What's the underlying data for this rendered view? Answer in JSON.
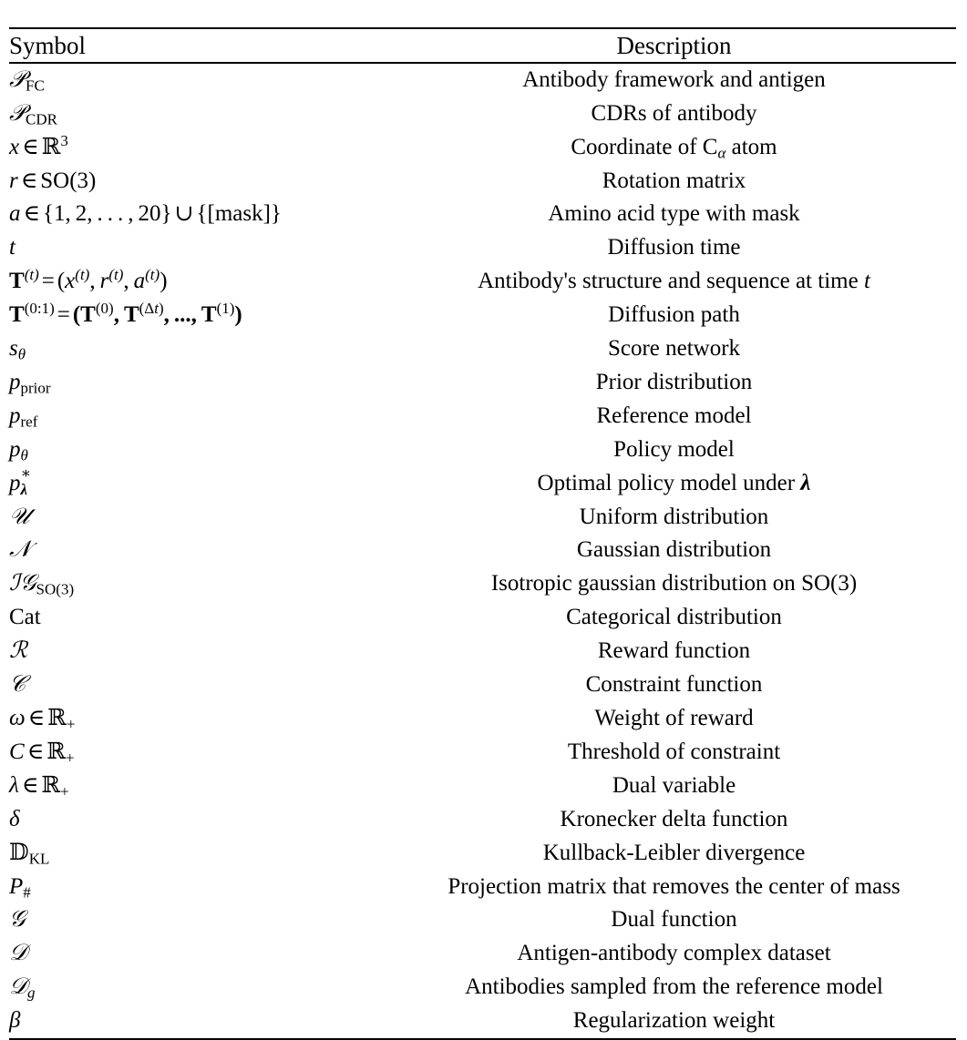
{
  "table": {
    "columns": [
      {
        "key": "symbol",
        "header": "Symbol",
        "align": "left"
      },
      {
        "key": "description",
        "header": "Description",
        "align": "center"
      }
    ],
    "rules": {
      "top": true,
      "middle": true,
      "bottom": true
    },
    "row_count": 26,
    "rows": [
      {
        "symbol": "P_FC",
        "symbol_text": "𝒫_FC",
        "description": "Antibody framework and antigen"
      },
      {
        "symbol": "P_CDR",
        "symbol_text": "𝒫_CDR",
        "description": "CDRs of antibody"
      },
      {
        "symbol": "x ∈ R^3",
        "symbol_text": "x ∈ ℝ³",
        "description": "Coordinate of Cα atom"
      },
      {
        "symbol": "r ∈ SO(3)",
        "symbol_text": "r ∈ SO(3)",
        "description": "Rotation matrix"
      },
      {
        "symbol": "a ∈ {1,2,...,20} ∪ {[mask]}",
        "symbol_text": "a ∈ {1, 2, … , 20} ∪ {[mask]}",
        "description": "Amino acid type with mask"
      },
      {
        "symbol": "t",
        "symbol_text": "t",
        "description": "Diffusion time"
      },
      {
        "symbol": "T^(t) = (x^(t), r^(t), a^(t))",
        "symbol_text": "T⁽ᵗ⁾ = (x⁽ᵗ⁾, r⁽ᵗ⁾, a⁽ᵗ⁾)",
        "description": "Antibody's structure and sequence at time t"
      },
      {
        "symbol": "T^(0:1) = (T^(0), T^(Δt), ..., T^(1))",
        "symbol_text": "T⁽⁰:¹⁾ = (T⁽⁰⁾, T⁽ᐞᵗ⁾, …, T⁽¹⁾)",
        "description": "Diffusion path"
      },
      {
        "symbol": "s_theta",
        "symbol_text": "s_θ",
        "description": "Score network"
      },
      {
        "symbol": "p_prior",
        "symbol_text": "p_prior",
        "description": "Prior distribution"
      },
      {
        "symbol": "p_ref",
        "symbol_text": "p_ref",
        "description": "Reference model"
      },
      {
        "symbol": "p_theta",
        "symbol_text": "p_θ",
        "description": "Policy model"
      },
      {
        "symbol": "p*_lambda",
        "symbol_text": "p*_λ",
        "description": "Optimal policy model under λ"
      },
      {
        "symbol": "U",
        "symbol_text": "𝒰",
        "description": "Uniform distribution"
      },
      {
        "symbol": "N",
        "symbol_text": "𝒩",
        "description": "Gaussian distribution"
      },
      {
        "symbol": "IG_SO(3)",
        "symbol_text": "ℐ𝒢_SO(3)",
        "description": "Isotropic gaussian distribution on SO(3)"
      },
      {
        "symbol": "Cat",
        "symbol_text": "Cat",
        "description": "Categorical distribution"
      },
      {
        "symbol": "R",
        "symbol_text": "ℛ",
        "description": "Reward function"
      },
      {
        "symbol": "C",
        "symbol_text": "𝒞",
        "description": "Constraint function"
      },
      {
        "symbol": "omega ∈ R_+",
        "symbol_text": "ω ∈ ℝ₊",
        "description": "Weight of reward"
      },
      {
        "symbol": "C ∈ R_+",
        "symbol_text": "C ∈ ℝ₊",
        "description": "Threshold of constraint"
      },
      {
        "symbol": "lambda ∈ R_+",
        "symbol_text": "λ ∈ ℝ₊",
        "description": "Dual variable"
      },
      {
        "symbol": "delta",
        "symbol_text": "δ",
        "description": "Kronecker delta function"
      },
      {
        "symbol": "D_KL",
        "symbol_text": "𝔻_KL",
        "description": "Kullback-Leibler divergence"
      },
      {
        "symbol": "P_#",
        "symbol_text": "P_#",
        "description": "Projection matrix that removes the center of mass"
      },
      {
        "symbol": "G",
        "symbol_text": "𝒢",
        "description": "Dual function"
      },
      {
        "symbol": "D",
        "symbol_text": "𝒟",
        "description": "Antigen-antibody complex dataset"
      },
      {
        "symbol": "D_g",
        "symbol_text": "𝒟_g",
        "description": "Antibodies sampled from the reference model"
      },
      {
        "symbol": "beta",
        "symbol_text": "β",
        "description": "Regularization weight"
      }
    ]
  },
  "colors": {
    "background": "#ffffff",
    "text": "#000000",
    "rule": "#000000"
  }
}
